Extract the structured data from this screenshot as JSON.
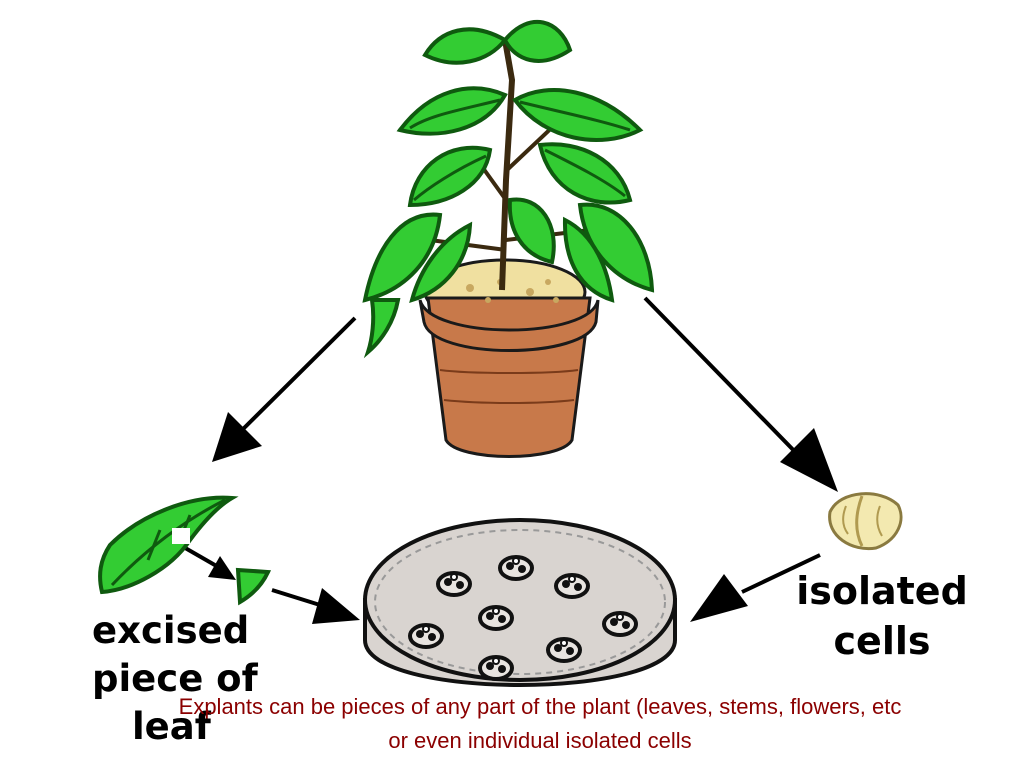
{
  "labels": {
    "leaf_line1": "excised",
    "leaf_line2": "piece of",
    "leaf_line3": "leaf",
    "cells_line1": "isolated",
    "cells_line2": "cells"
  },
  "caption": {
    "line1": "Explants can be pieces of  any part of the plant (leaves, stems, flowers, etc",
    "line2": "or even individual isolated cells"
  },
  "colors": {
    "leaf_green": "#33cc33",
    "leaf_dark": "#0f5a0f",
    "pot": "#c8794a",
    "soil": "#f0e0a0",
    "dish": "#d9d4d0",
    "caption": "#8b0000"
  }
}
